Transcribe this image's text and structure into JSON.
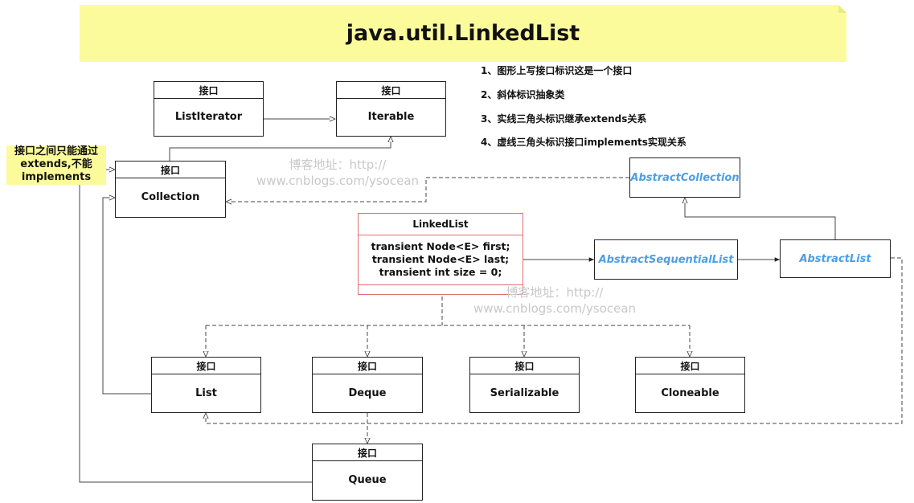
{
  "title": "java.util.LinkedList",
  "side_note": {
    "line1": "接口之间只能通过",
    "line2": "extends,不能",
    "line3": "implements"
  },
  "legend": [
    "1、图形上写接口标识这是一个接口",
    "2、斜体标识抽象类",
    "3、实线三角头标识继承extends关系",
    "4、虚线三角头标识接口implements实现关系"
  ],
  "watermark": {
    "line1": "博客地址：http://",
    "line2": "www.cnblogs.com/ysocean"
  },
  "interface_stereotype": "接口",
  "interfaces": {
    "list_iterator": "ListIterator",
    "iterable": "Iterable",
    "collection": "Collection",
    "list": "List",
    "deque": "Deque",
    "serializable": "Serializable",
    "cloneable": "Cloneable",
    "queue": "Queue"
  },
  "abstract_classes": {
    "abstract_collection": "AbstractCollection",
    "abstract_sequential_list": "AbstractSequentialList",
    "abstract_list": "AbstractList"
  },
  "linked_list": {
    "name": "LinkedList",
    "fields": [
      "transient Node<E> first;",
      "transient Node<E> last;",
      "transient int size = 0;"
    ]
  },
  "colors": {
    "note_yellow": "#fbfb9c",
    "abstract_text": "#4a9fe8",
    "linkedlist_border": "#e07070",
    "watermark": "#c8c8c8"
  }
}
